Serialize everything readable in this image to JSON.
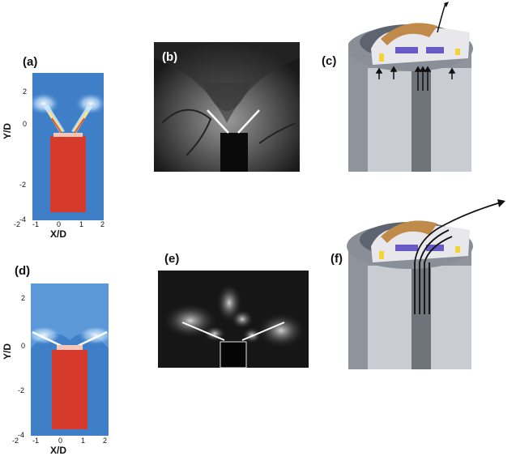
{
  "panels": {
    "a": {
      "label": "(a)",
      "x_title": "X/D",
      "y_title": "Y/D",
      "x_ticks": [
        "-2",
        "-1",
        "0",
        "1",
        "2"
      ],
      "y_ticks": [
        "2",
        "0",
        "-2",
        "-4"
      ]
    },
    "b": {
      "label": "(b)"
    },
    "c": {
      "label": "(c)"
    },
    "d": {
      "label": "(d)",
      "x_title": "X/D",
      "y_title": "Y/D",
      "x_ticks": [
        "-2",
        "-1",
        "0",
        "1",
        "2"
      ],
      "y_ticks": [
        "2",
        "0",
        "-2",
        "-4"
      ]
    },
    "e": {
      "label": "(e)"
    },
    "f": {
      "label": "(f)"
    }
  },
  "colors": {
    "field_blue": "#3f7fc8",
    "body_red": "#d63a2a",
    "cutaway_grey": "#b9bcc2"
  },
  "icons": [
    "cfd-field-image",
    "schlieren-photo",
    "cutaway-diagram",
    "smoke-photo"
  ]
}
